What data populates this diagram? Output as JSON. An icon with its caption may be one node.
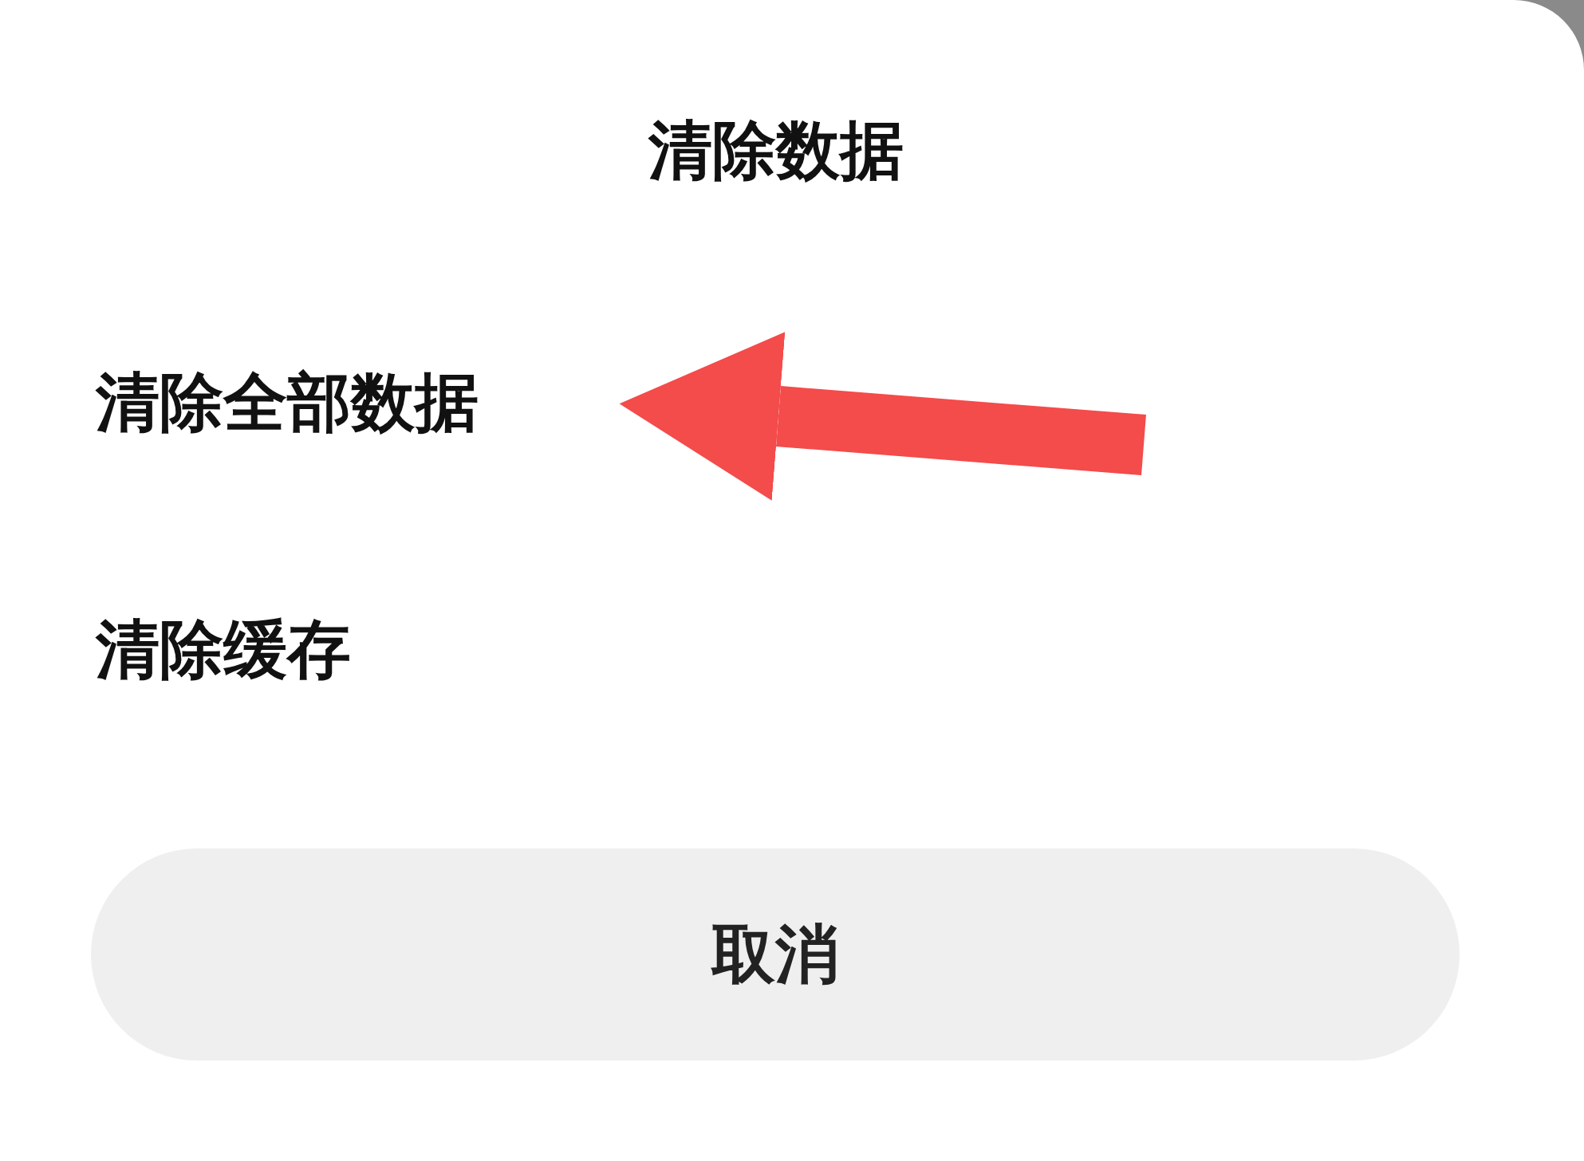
{
  "diagram": {
    "nodes": [
      {
        "text": [
          "清除数据"
        ]
      },
      {
        "text": [
          "清除全部数据"
        ],
        "in": 0
      },
      {
        "text": [
          "清除缓存"
        ],
        "in": 0
      },
      {
        "text": [
          "取消"
        ],
        "in": 0
      }
    ],
    "edges": [
      {
        "from": null,
        "to": 1,
        "arrow": "to"
      }
    ]
  }
}
